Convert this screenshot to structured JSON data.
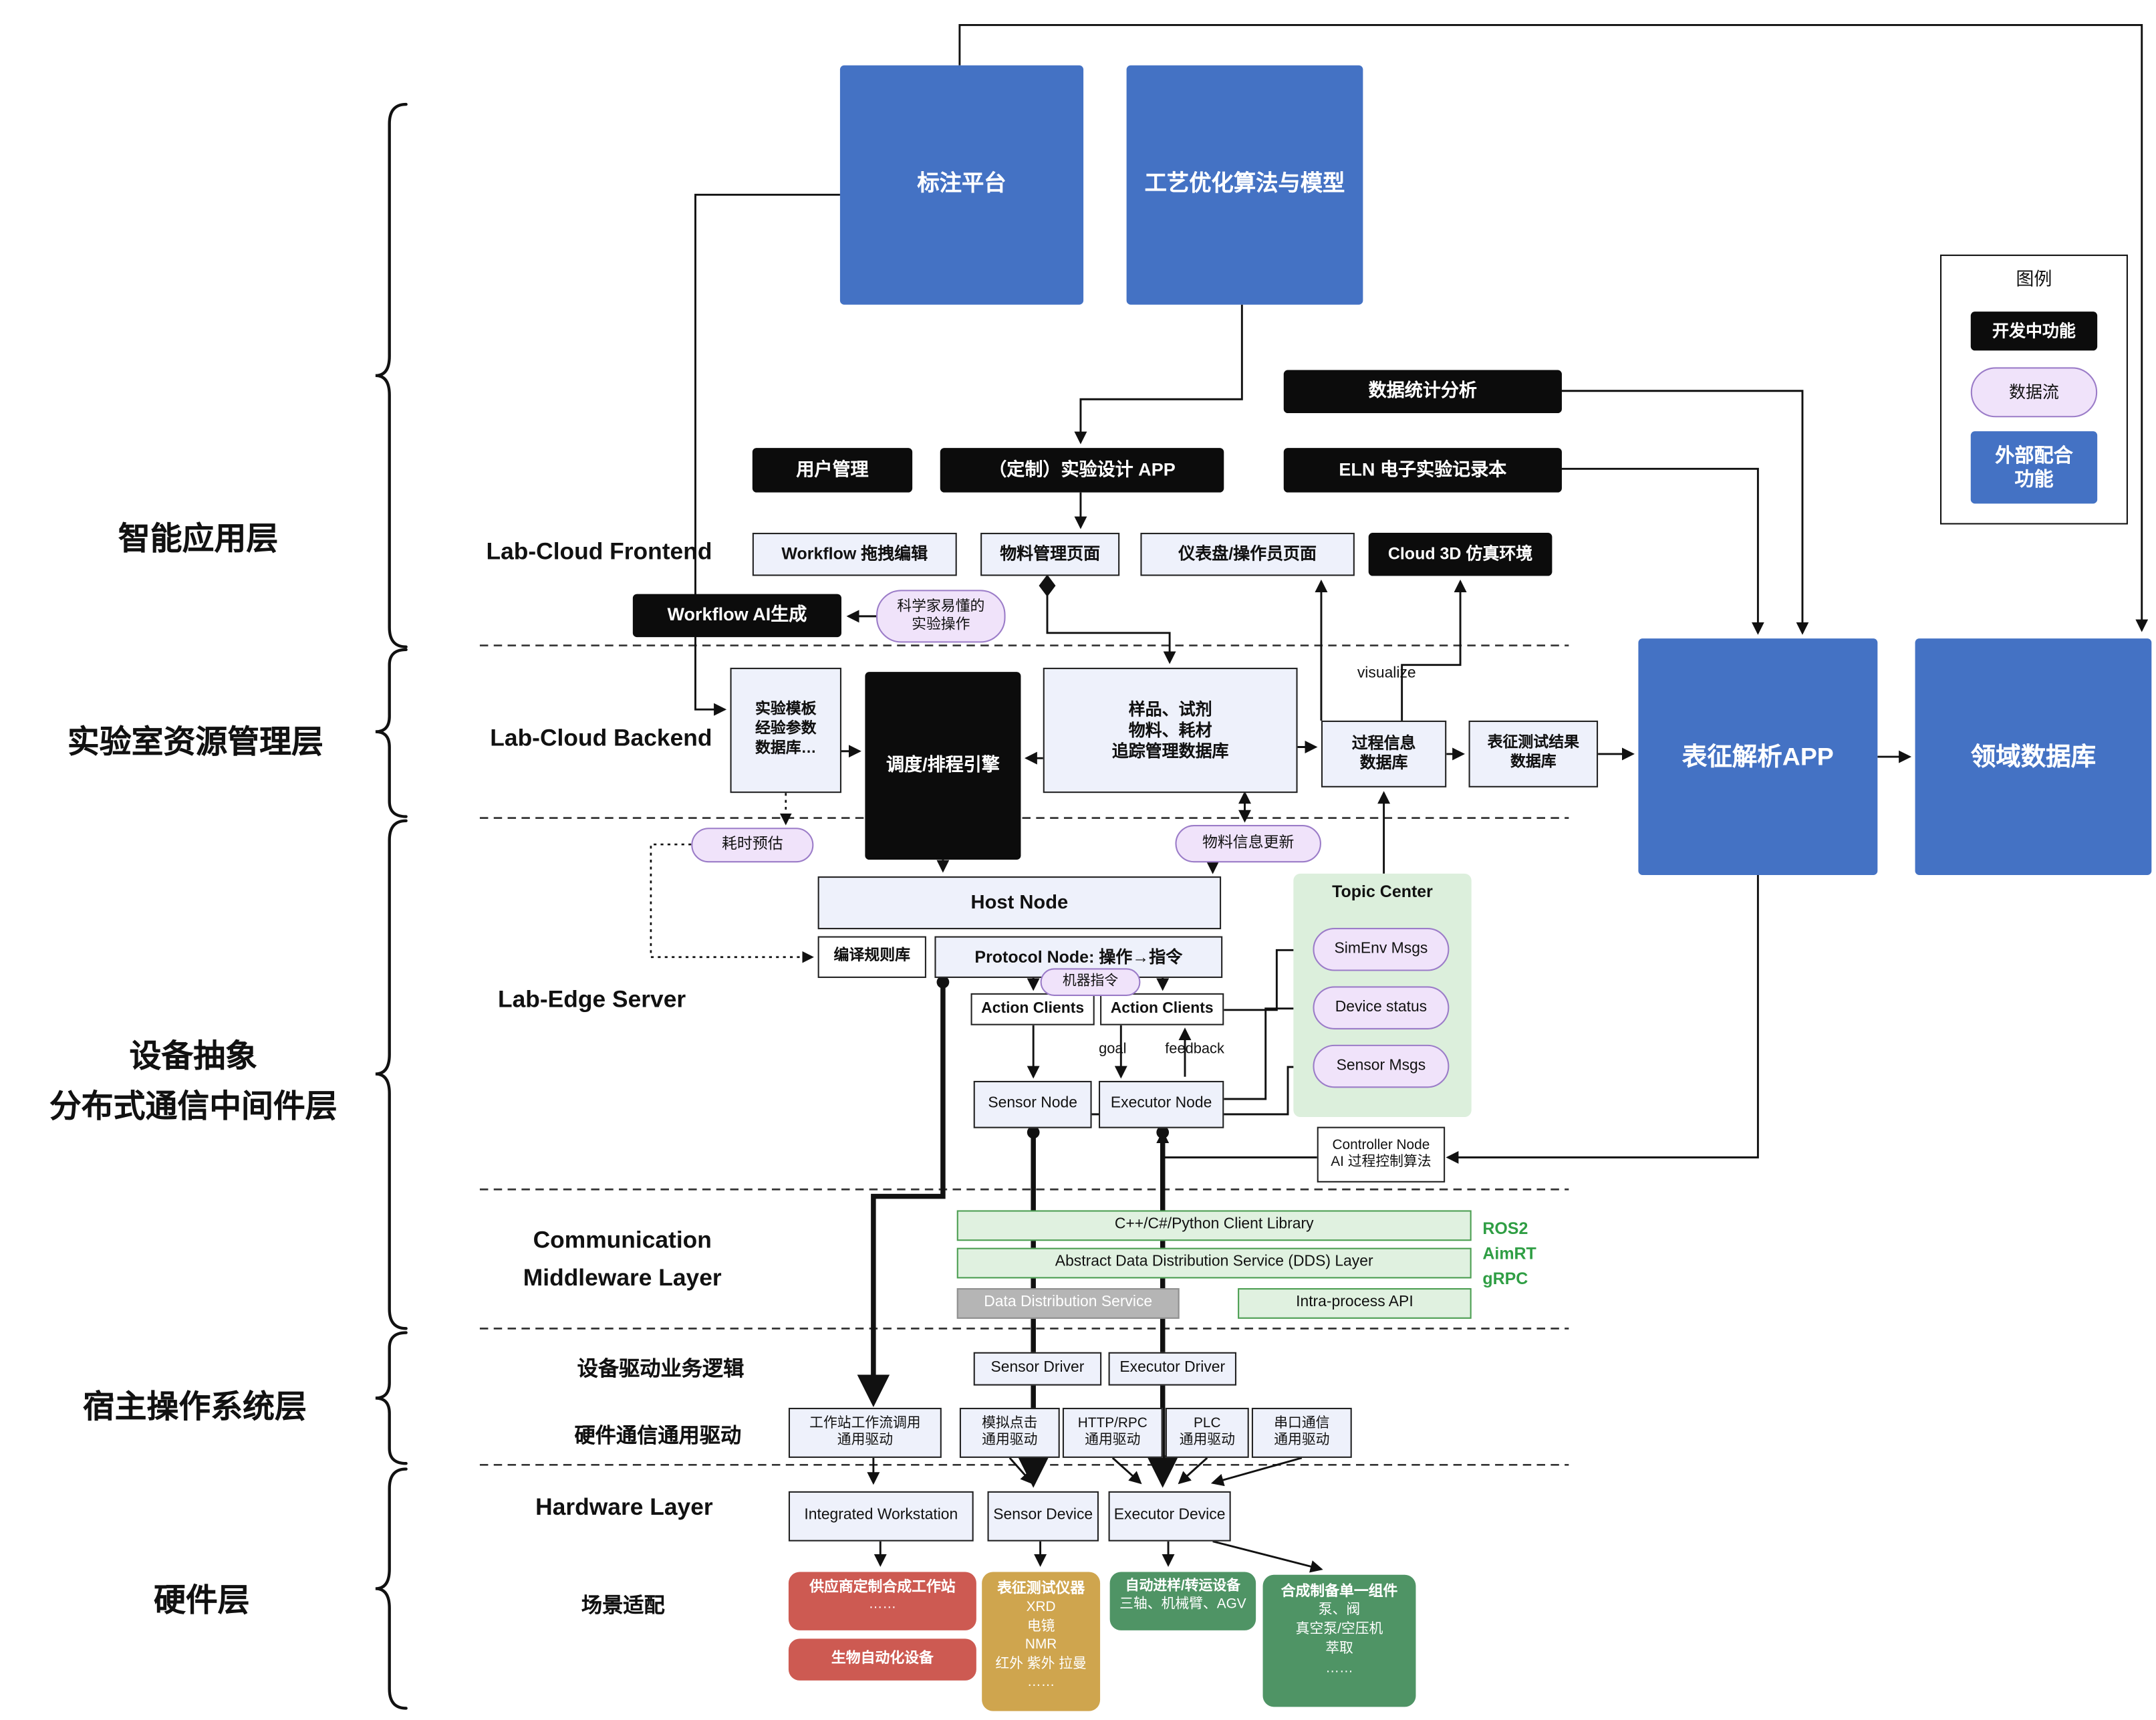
{
  "top": {
    "annotation_platform": "标注平台",
    "process_model": "工艺优化算法与模型"
  },
  "legend": {
    "title": "图例",
    "dev": "开发中功能",
    "dataflow": "数据流",
    "external": "外部配合\n功能"
  },
  "left_labels": {
    "app": "智能应用层",
    "resource": "实验室资源管理层",
    "device": "设备抽象\n分布式通信中间件层",
    "host_os": "宿主操作系统层",
    "hardware": "硬件层"
  },
  "sections": {
    "frontend": "Lab-Cloud Frontend",
    "backend": "Lab-Cloud Backend",
    "edge": "Lab-Edge Server",
    "middleware": "Communication\nMiddleware Layer",
    "driver_logic": "设备驱动业务逻辑",
    "hw_driver": "硬件通信通用驱动",
    "hardware": "Hardware Layer",
    "scene": "场景适配"
  },
  "frontend": {
    "data_stats": "数据统计分析",
    "user_mgmt": "用户管理",
    "design_app": "（定制）实验设计 APP",
    "eln": "ELN 电子实验记录本",
    "workflow_edit": "Workflow 拖拽编辑",
    "material_page": "物料管理页面",
    "dashboard_page": "仪表盘/操作员页面",
    "cloud_3d": "Cloud 3D 仿真环境",
    "workflow_ai": "Workflow AI生成",
    "scientist_ops": "科学家易懂的\n实验操作"
  },
  "backend": {
    "template_db": "实验模板\n经验参数\n数据库…",
    "scheduler": "调度/排程引擎",
    "sample_db": "样品、试剂\n物料、耗材\n追踪管理数据库",
    "process_db": "过程信息\n数据库",
    "result_db": "表征测试结果\n数据库",
    "char_app": "表征解析APP",
    "domain_db": "领域数据库",
    "visualize": "visualize",
    "time_estimate": "耗时预估",
    "material_update": "物料信息更新"
  },
  "edge": {
    "host_node": "Host Node",
    "compile_lib": "编译规则库",
    "protocol_node": "Protocol Node: 操作→指令",
    "machine_cmd": "机器指令",
    "action_clients_1": "Action Clients",
    "action_clients_2": "Action Clients",
    "goal": "goal",
    "feedback": "feedback",
    "sensor_node": "Sensor Node",
    "executor_node": "Executor Node",
    "topic_center": "Topic Center",
    "simenv_msgs": "SimEnv Msgs",
    "device_status": "Device status",
    "sensor_msgs": "Sensor Msgs",
    "controller_node": "Controller Node\nAI 过程控制算法"
  },
  "middleware": {
    "client_lib": "C++/C#/Python Client Library",
    "dds_abstract": "Abstract Data Distribution Service (DDS) Layer",
    "dds": "Data Distribution Service",
    "intra_api": "Intra-process API",
    "ros2": "ROS2",
    "aimrt": "AimRT",
    "grpc": "gRPC"
  },
  "host_os": {
    "sensor_driver": "Sensor Driver",
    "executor_driver": "Executor Driver",
    "drivers": {
      "workstation": "工作站工作流调用\n通用驱动",
      "sim_click": "模拟点击\n通用驱动",
      "http_rpc": "HTTP/RPC\n通用驱动",
      "plc": "PLC\n通用驱动",
      "serial": "串口通信\n通用驱动"
    }
  },
  "hardware": {
    "workstation": "Integrated Workstation",
    "sensor_device": "Sensor Device",
    "executor_device": "Executor Device"
  },
  "scene": {
    "vendor": {
      "title": "供应商定制合成工作站",
      "body": "……"
    },
    "bio": "生物自动化设备",
    "char_inst": {
      "title": "表征测试仪器",
      "body": "XRD\n电镜\nNMR\n红外 紫外 拉曼\n……"
    },
    "transport": {
      "title": "自动进样/转运设备",
      "body": "三轴、机械臂、AGV"
    },
    "component": {
      "title": "合成制备单一组件",
      "body": "泵、阀\n真空泵/空压机\n萃取\n……"
    }
  },
  "colors": {
    "blue": "#4472c4",
    "black": "#0c0c0c",
    "pill_bg": "#f0e3fa",
    "topic_bg": "#dcefdc",
    "accent_green": "#2f9e44",
    "red": "#cd5a52",
    "tan": "#cfa54e",
    "green": "#4f9465"
  }
}
